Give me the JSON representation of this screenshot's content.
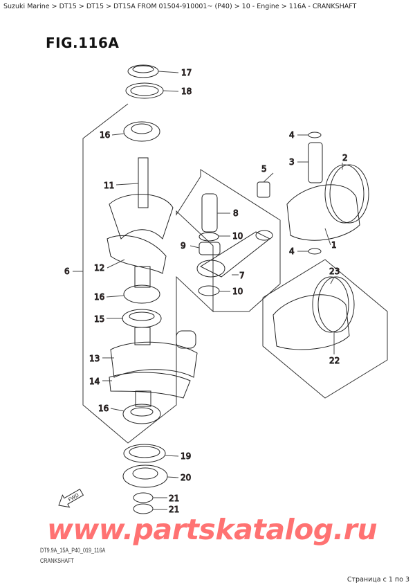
{
  "breadcrumb": "Suzuki Marine > DT15 > DT15 > DT15A FROM 01504-910001~ (P40) > 10 - Engine > 116A - CRANKSHAFT",
  "figure_title": "FIG.116A",
  "callouts": [
    "17",
    "18",
    "16",
    "11",
    "8",
    "10",
    "9",
    "12",
    "7",
    "10",
    "16",
    "15",
    "13",
    "14",
    "16",
    "19",
    "20",
    "21",
    "21",
    "6",
    "4",
    "3",
    "2",
    "5",
    "1",
    "4",
    "23",
    "22"
  ],
  "fwd_label": "FWD",
  "drawing_code": "DT9.9A_15A_P40_019_116A",
  "caption": "CRANKSHAFT",
  "watermark": "www.partskatalog.ru",
  "pager": "Страница с 1 по 3",
  "colors": {
    "callout": "#8b1a1a",
    "watermark": "#ff5a5a"
  }
}
